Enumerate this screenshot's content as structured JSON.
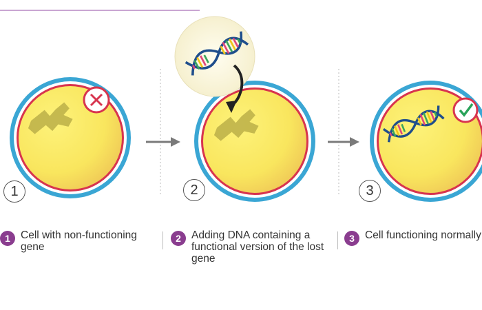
{
  "steps": [
    {
      "number": "1",
      "caption": "Cell with non-functioning gene"
    },
    {
      "number": "2",
      "caption": "Adding DNA containing a functional version of the lost gene"
    },
    {
      "number": "3",
      "caption": "Cell functioning normally"
    }
  ],
  "colors": {
    "cell_fill": "#fbee6a",
    "cell_shade": "#f2cf5a",
    "membrane_outer": "#3aa6d4",
    "membrane_inner": "#d8344e",
    "broken_gene": "#bfb24a",
    "badge": "#8a3d8f",
    "error_mark": "#d8344e",
    "check_mark": "#29a35a",
    "arrow": "#7a7a7a",
    "inset_bg": "#fbf7dc"
  },
  "icons": [
    "broken-gene-icon",
    "x-mark-icon",
    "dna-icon",
    "check-mark-icon",
    "arrow-icon"
  ]
}
